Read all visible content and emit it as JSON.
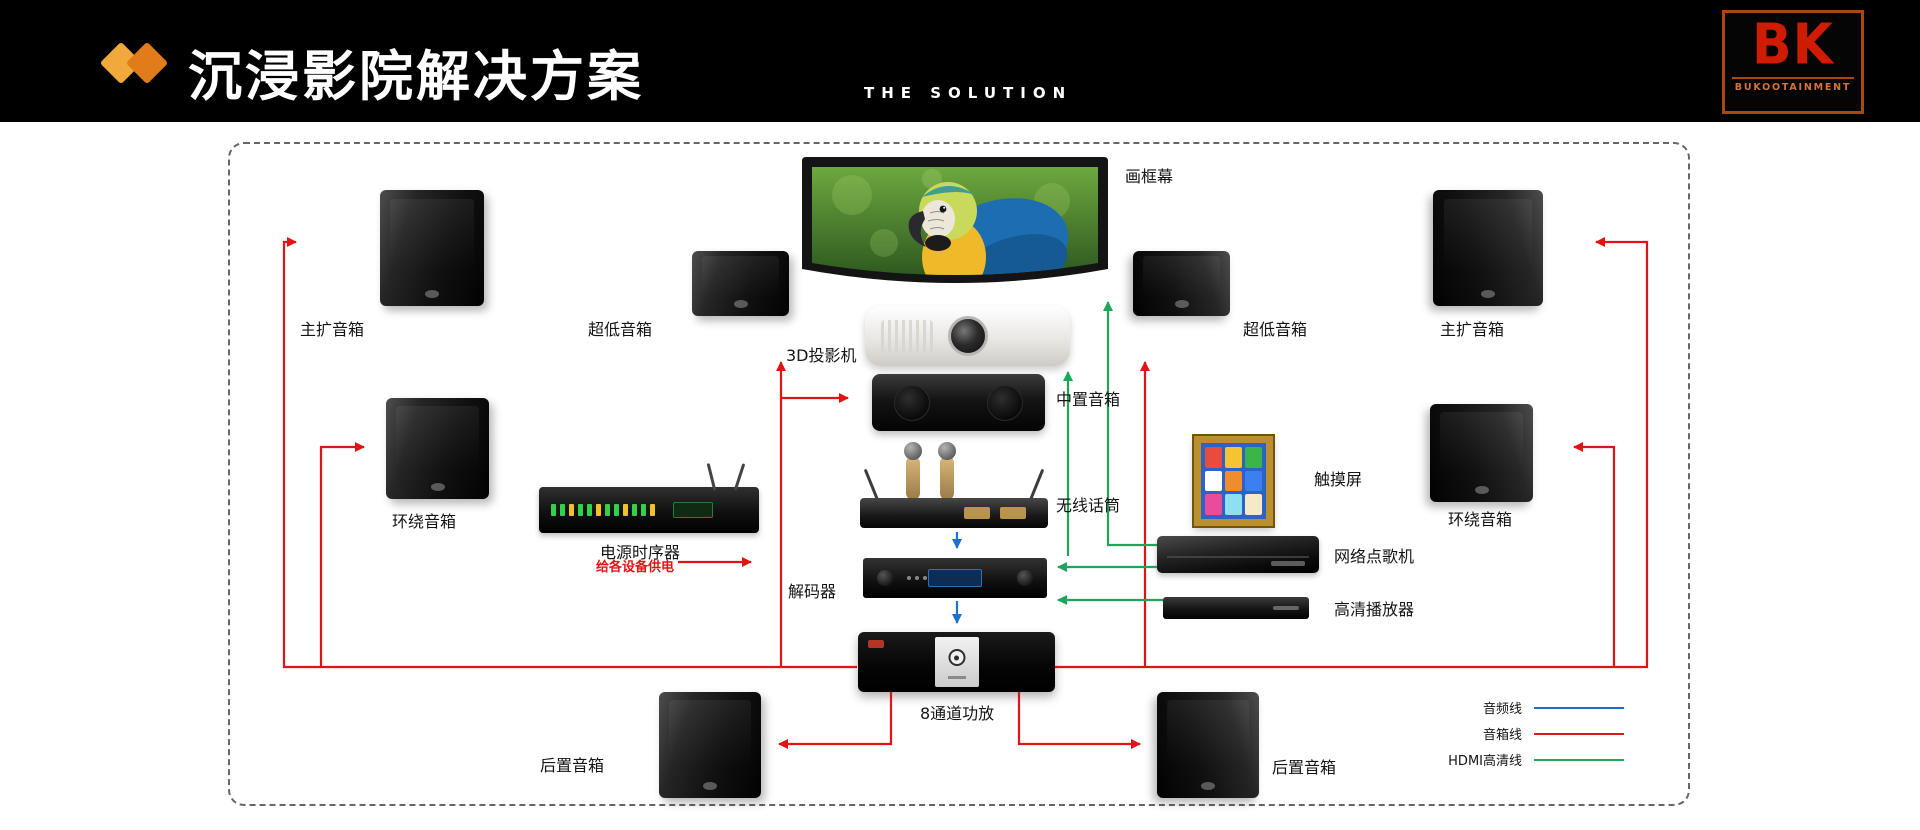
{
  "header": {
    "title": "沉浸影院解决方案",
    "subtitle": "THE SOLUTION",
    "logo": {
      "text": "BK",
      "subtext": "BUKOOTAINMENT"
    }
  },
  "devices": {
    "screen": "画框幕",
    "projector": "3D投影机",
    "center_speaker": "中置音箱",
    "wireless_mic": "无线话筒",
    "power_sequencer": "电源时序器",
    "power_note": "给各设备供电",
    "decoder": "解码器",
    "touch_screen": "触摸屏",
    "karaoke_machine": "网络点歌机",
    "hd_player": "高清播放器",
    "amplifier": "8通道功放",
    "front_left_speaker": "主扩音箱",
    "front_right_speaker": "主扩音箱",
    "sub_left_speaker": "超低音箱",
    "sub_right_speaker": "超低音箱",
    "surround_left_speaker": "环绕音箱",
    "surround_right_speaker": "环绕音箱",
    "rear_left_speaker": "后置音箱",
    "rear_right_speaker": "后置音箱"
  },
  "legend": [
    {
      "label": "音频线",
      "color": "#1f6fd0"
    },
    {
      "label": "音箱线",
      "color": "#e01414"
    },
    {
      "label": "HDMI高清线",
      "color": "#1ea55a"
    }
  ],
  "colors": {
    "accent_orange": "#e8861a",
    "brand_red": "#cf1b00",
    "header_bg": "#000000"
  }
}
